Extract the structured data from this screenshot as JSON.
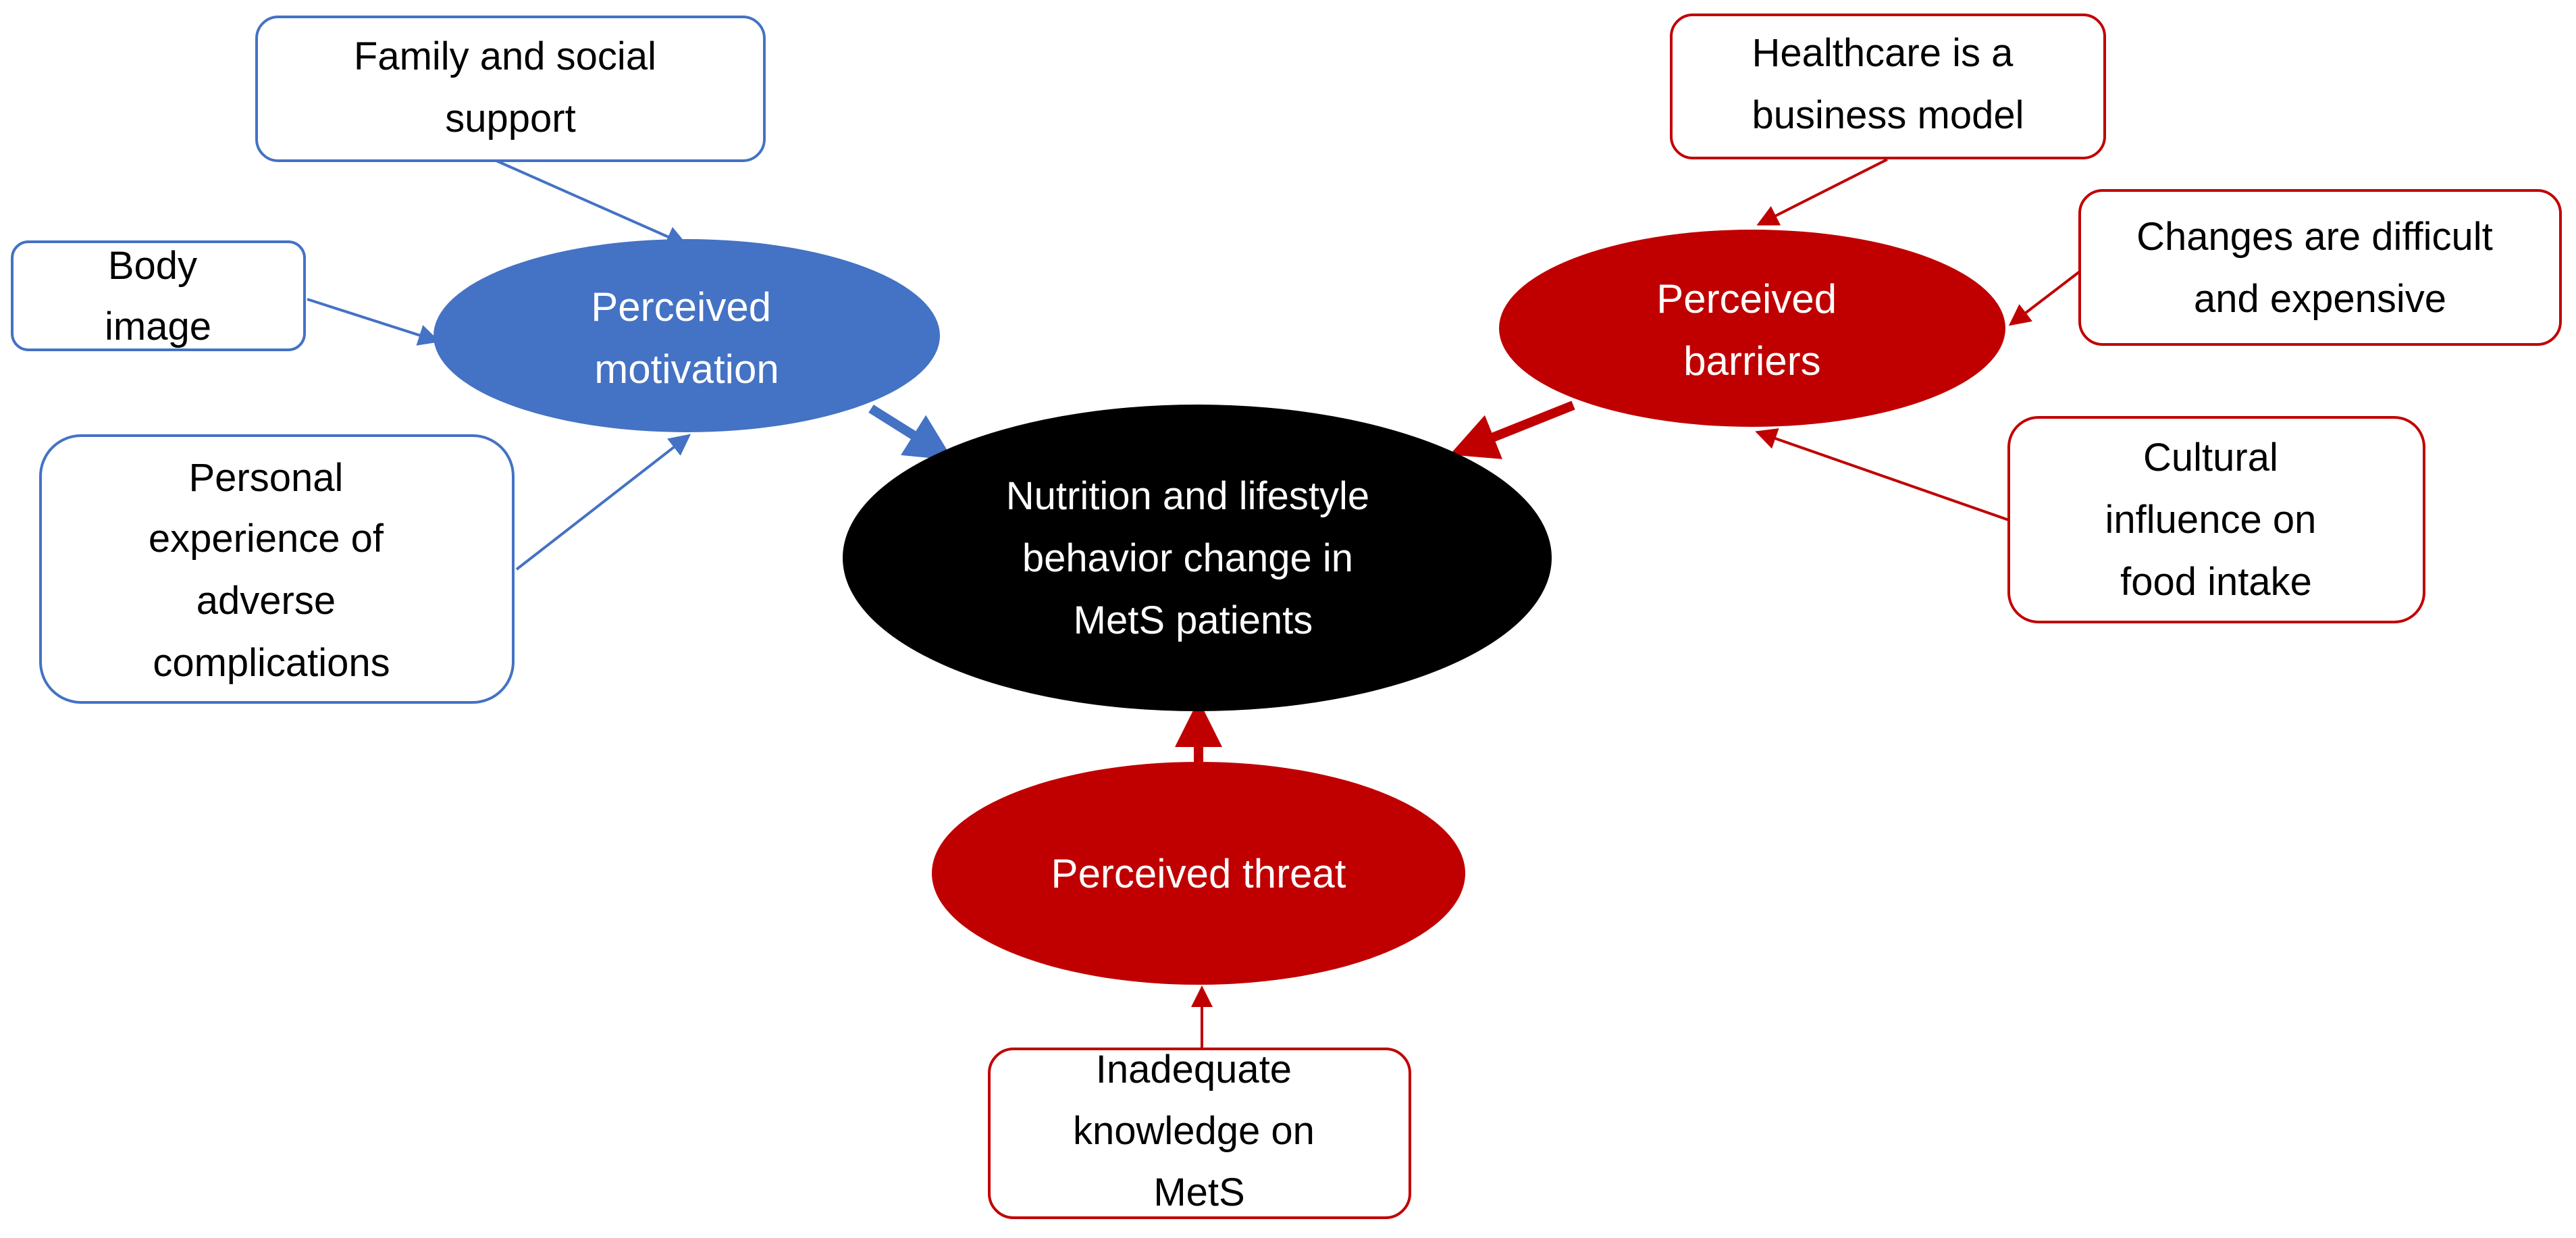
{
  "colors": {
    "motivation": "#4472c4",
    "barrier": "#c00000",
    "center": "#000000",
    "box_fill": "#ffffff",
    "label_on_ellipse": "#ffffff",
    "label_on_box": "#000000"
  },
  "center": {
    "lines": [
      "Nutrition  and lifestyle",
      "behavior change in",
      "MetS patients"
    ]
  },
  "motivation": {
    "lines": [
      "Perceived",
      "motivation"
    ],
    "factors": [
      {
        "lines": [
          "Family and social",
          "support"
        ]
      },
      {
        "lines": [
          "Body",
          "image"
        ]
      },
      {
        "lines": [
          "Personal",
          "experience of",
          "adverse",
          "complications"
        ]
      }
    ]
  },
  "barriers": {
    "lines": [
      "Perceived",
      "barriers"
    ],
    "factors": [
      {
        "lines": [
          "Healthcare is a",
          "business model"
        ]
      },
      {
        "lines": [
          "Changes are difficult",
          "and expensive"
        ]
      },
      {
        "lines": [
          "Cultural",
          "influence on",
          "food intake"
        ]
      }
    ]
  },
  "threat": {
    "lines": [
      "Perceived threat"
    ],
    "factors": [
      {
        "lines": [
          "Inadequate",
          "knowledge on",
          "MetS"
        ]
      }
    ]
  }
}
